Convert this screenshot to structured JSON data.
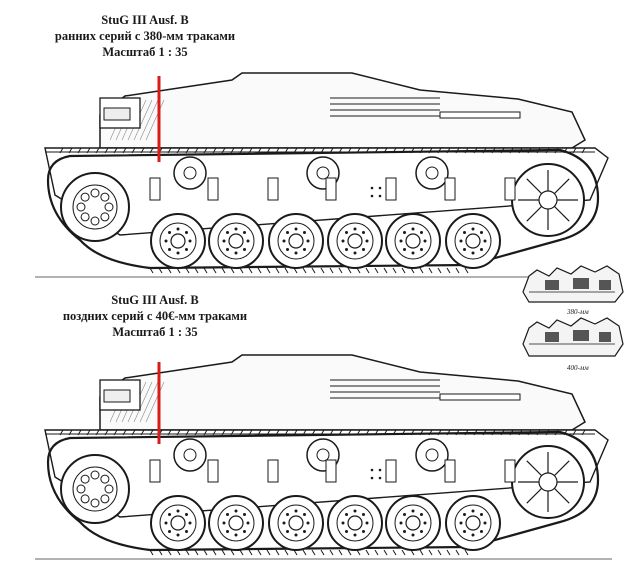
{
  "top": {
    "line1": "StuG III Ausf. B",
    "line2": "ранних серий с 380-мм траками",
    "line3": "Масштаб 1 : 35"
  },
  "bottom": {
    "line1": "StuG III Ausf. B",
    "line2": "поздних серий с 40€-мм траками",
    "line3": "Масштаб 1 : 35"
  },
  "track_links": {
    "label_380": "380-мм",
    "label_400": "400-мм"
  },
  "colors": {
    "line": "#1a1a1a",
    "marker": "#d81b1b",
    "hatch": "#888888"
  }
}
